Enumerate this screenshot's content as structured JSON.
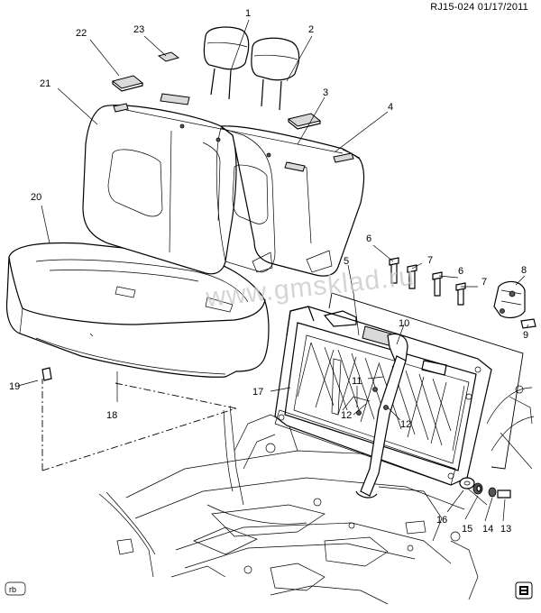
{
  "header": {
    "code": "RJ15-024  01/17/2011"
  },
  "watermark": {
    "text": "www.gmsklad.ru"
  },
  "corner_labels": {
    "left": "rb"
  },
  "callouts": {
    "c1": "1",
    "c2": "2",
    "c3": "3",
    "c4": "4",
    "c5": "5",
    "c6a": "6",
    "c6b": "6",
    "c7a": "7",
    "c7b": "7",
    "c8": "8",
    "c9": "9",
    "c10": "10",
    "c11": "11",
    "c12a": "12",
    "c12b": "12",
    "c13": "13",
    "c14": "14",
    "c15": "15",
    "c16": "16",
    "c17": "17",
    "c18": "18",
    "c19": "19",
    "c20": "20",
    "c21": "21",
    "c22": "22",
    "c23": "23"
  },
  "icons": {
    "bottom_right": "book-icon"
  }
}
